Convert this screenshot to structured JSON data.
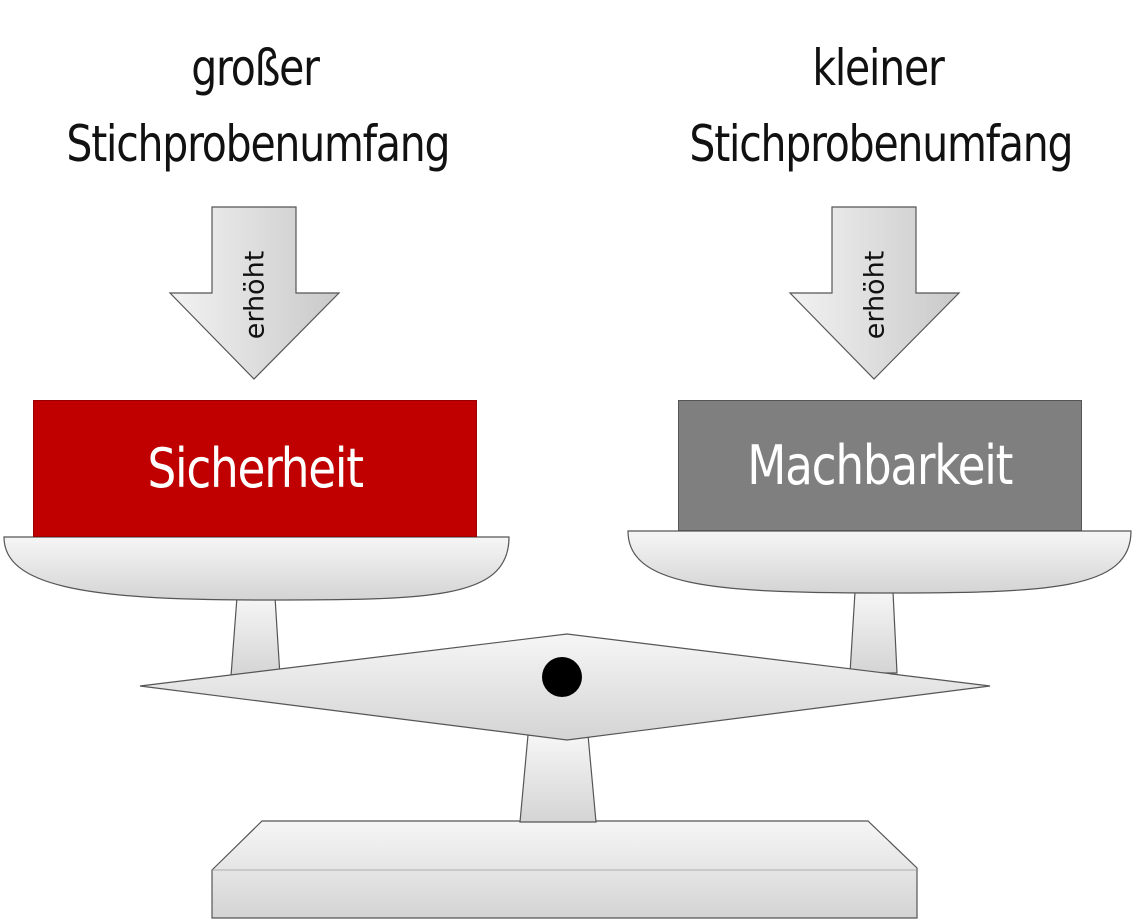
{
  "diagram": {
    "left": {
      "heading_line1": "großer",
      "heading_line2": "Stichprobenumfang",
      "arrow_label": "erhöht",
      "weight_label": "Sicherheit",
      "weight_color": "#c00000"
    },
    "right": {
      "heading_line1": "kleiner",
      "heading_line2": "Stichprobenumfang",
      "arrow_label": "erhöht",
      "weight_label": "Machbarkeit",
      "weight_color": "#7f7f7f"
    },
    "scale_fill_color": "#e3e3e3",
    "pivot_color": "#000000"
  }
}
